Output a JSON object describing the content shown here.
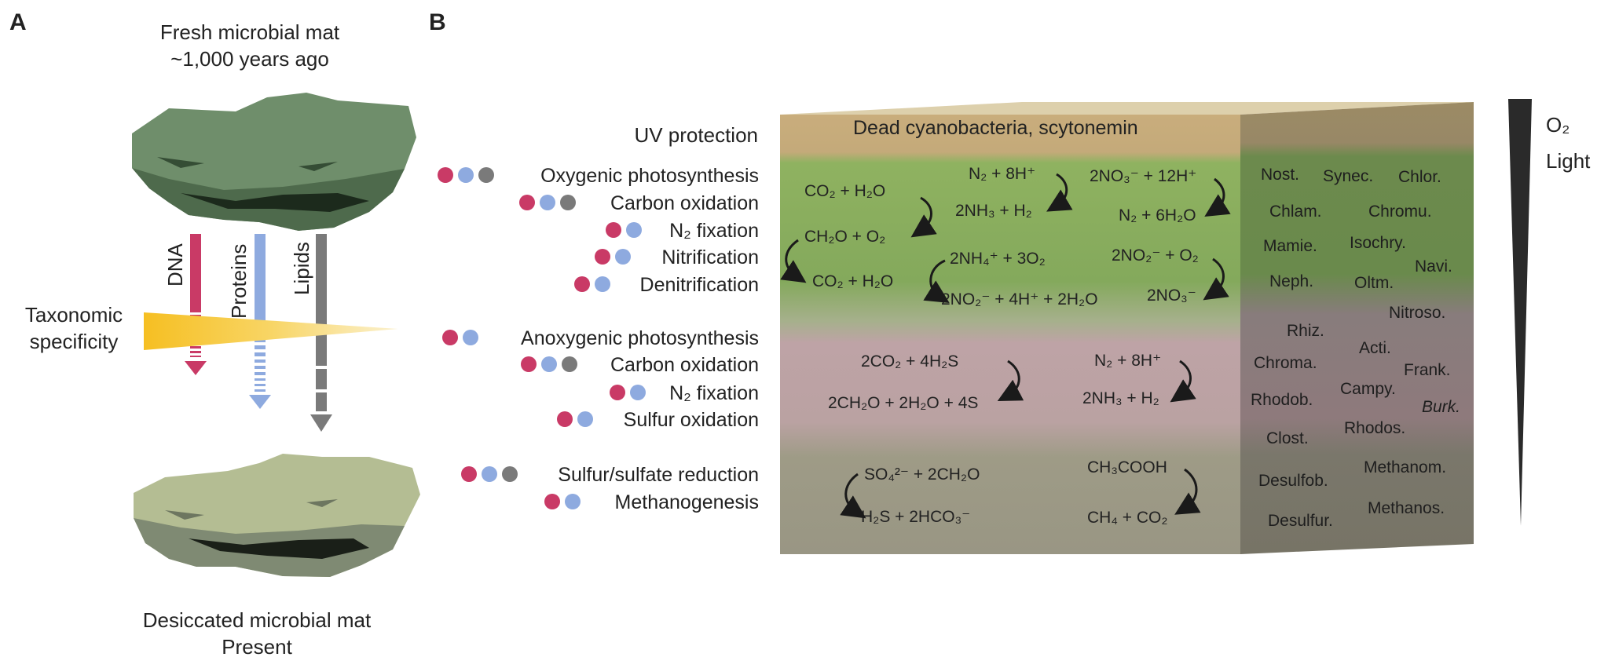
{
  "panel_a": {
    "letter": "A",
    "fresh_title_line1": "Fresh microbial mat",
    "fresh_title_line2": "~1,000 years ago",
    "arrow_labels": {
      "dna": "DNA",
      "proteins": "Proteins",
      "lipids": "Lipids"
    },
    "taxonomic_line1": "Taxonomic",
    "taxonomic_line2": "specificity",
    "desiccated_line1": "Desiccated microbial mat",
    "desiccated_line2": "Present",
    "colors": {
      "dna": "#c93a66",
      "proteins": "#8eaadf",
      "lipids": "#7a7a7a",
      "fresh_mat": "#6e8e6a",
      "dry_mat": "#b3bc92",
      "wedge": "#f6c22b"
    }
  },
  "panel_b": {
    "letter": "B",
    "uv_label": "UV protection",
    "dead_layer_text": "Dead cyanobacteria, scytonemin",
    "processes": {
      "oxygenic": "Oxygenic photosynthesis",
      "carbon_ox_1": "Carbon oxidation",
      "n2_fix_1": "N₂ fixation",
      "nitrification": "Nitrification",
      "denitrification": "Denitrification",
      "anoxygenic": "Anoxygenic photosynthesis",
      "carbon_ox_2": "Carbon oxidation",
      "n2_fix_2": "N₂ fixation",
      "sulfur_ox": "Sulfur oxidation",
      "sulfate_red": "Sulfur/sulfate reduction",
      "methanogenesis": "Methanogenesis"
    },
    "equations": {
      "green": {
        "c1_top": "CO₂ + H₂O",
        "c1_bot": "CH₂O + O₂",
        "c2_bot": "CO₂ + H₂O",
        "n_top": "N₂ + 8H⁺",
        "n_bot": "2NH₃ + H₂",
        "d_top": "2NO₃⁻ + 12H⁺",
        "d_bot": "N₂ + 6H₂O",
        "ni_top": "2NH₄⁺ + 3O₂",
        "ni_bot": "2NO₂⁻ + 4H⁺ + 2H₂O",
        "no_top": "2NO₂⁻ + O₂",
        "no_bot": "2NO₃⁻"
      },
      "pink": {
        "s_top": "2CO₂ + 4H₂S",
        "s_bot": "2CH₂O + 2H₂O + 4S",
        "n_top": "N₂ + 8H⁺",
        "n_bot": "2NH₃ + H₂"
      },
      "grey": {
        "so_top": "SO₄²⁻ + 2CH₂O",
        "so_bot": "H₂S + 2HCO₃⁻",
        "m_top": "CH₃COOH",
        "m_bot": "CH₄ + CO₂"
      }
    },
    "taxa": {
      "nost": "Nost.",
      "synec": "Synec.",
      "chlor": "Chlor.",
      "chlam": "Chlam.",
      "chromu": "Chromu.",
      "mamie": "Mamie.",
      "isochry": "Isochry.",
      "navi": "Navi.",
      "neph": "Neph.",
      "oltm": "Oltm.",
      "nitroso": "Nitroso.",
      "rhiz": "Rhiz.",
      "acti": "Acti.",
      "chroma": "Chroma.",
      "frank": "Frank.",
      "campy": "Campy.",
      "rhodob": "Rhodob.",
      "burk": "Burk.",
      "rhodos": "Rhodos.",
      "clost": "Clost.",
      "desulfob": "Desulfob.",
      "methanom": "Methanom.",
      "desulfur": "Desulfur.",
      "methanos": "Methanos."
    },
    "gradient_o2": "O₂",
    "gradient_light": "Light",
    "colors": {
      "uv_layer": "#c7ac7b",
      "green_layer": "#86ab5d",
      "pink_layer": "#bca4a5",
      "grey_layer": "#9a9780"
    }
  }
}
